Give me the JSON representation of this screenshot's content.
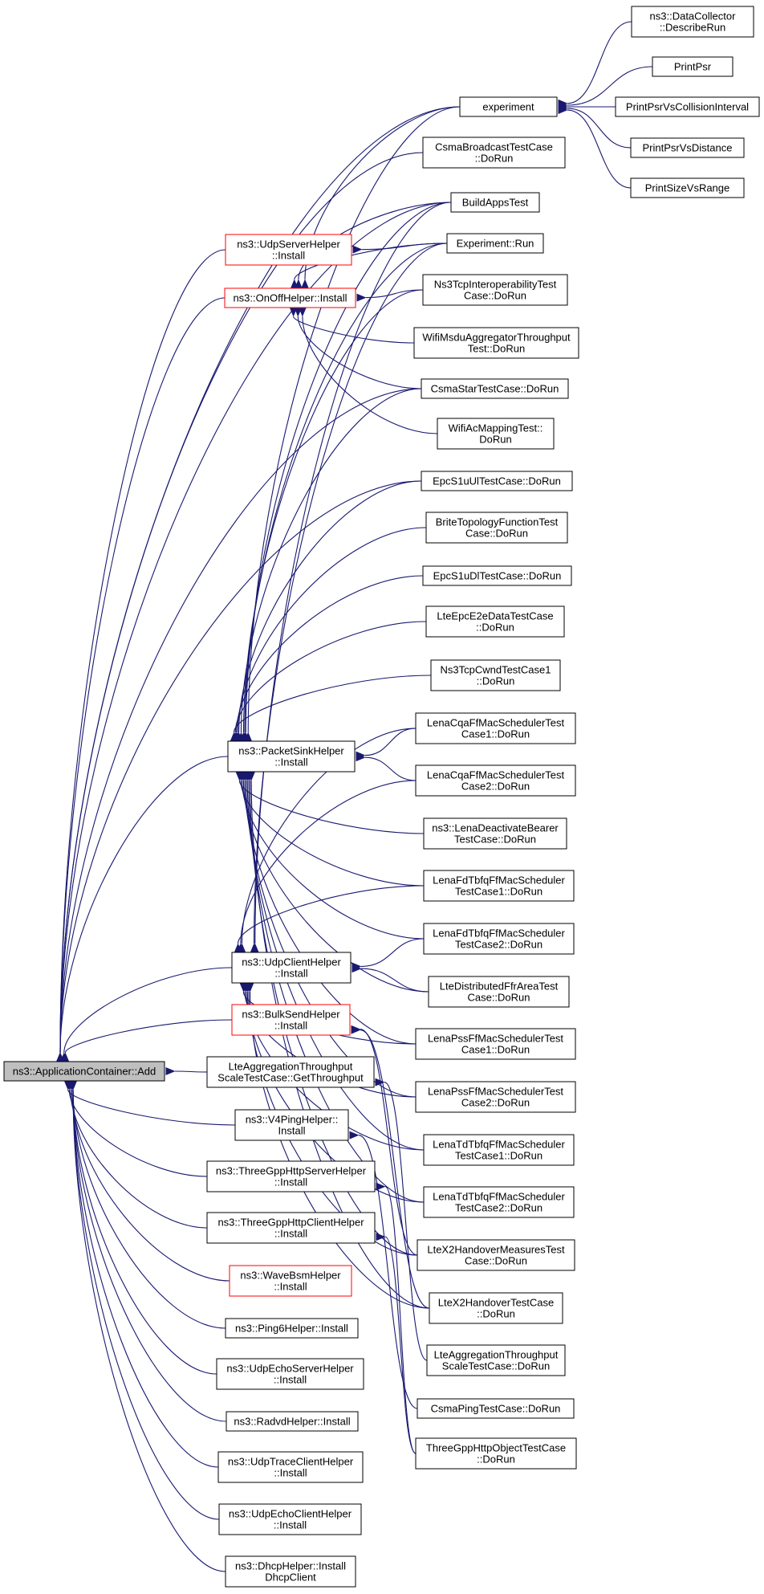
{
  "root": {
    "label": "ns3::ApplicationContainer::Add"
  },
  "nodes": [
    {
      "id": "dc_describe",
      "lines": [
        "ns3::DataCollector",
        "::DescribeRun"
      ]
    },
    {
      "id": "printpsr",
      "lines": [
        "PrintPsr"
      ]
    },
    {
      "id": "printpsr_ci",
      "lines": [
        "PrintPsrVsCollisionInterval"
      ]
    },
    {
      "id": "printpsr_dist",
      "lines": [
        "PrintPsrVsDistance"
      ]
    },
    {
      "id": "printsize_range",
      "lines": [
        "PrintSizeVsRange"
      ]
    },
    {
      "id": "experiment",
      "lines": [
        "experiment"
      ]
    },
    {
      "id": "csma_bcast",
      "lines": [
        "CsmaBroadcastTestCase",
        "::DoRun"
      ]
    },
    {
      "id": "buildapps",
      "lines": [
        "BuildAppsTest"
      ]
    },
    {
      "id": "experiment_run",
      "lines": [
        "Experiment::Run"
      ]
    },
    {
      "id": "ns3tcp_interop",
      "lines": [
        "Ns3TcpInteroperabilityTest",
        "Case::DoRun"
      ]
    },
    {
      "id": "wifi_msdu",
      "lines": [
        "WifiMsduAggregatorThroughput",
        "Test::DoRun"
      ]
    },
    {
      "id": "csma_star",
      "lines": [
        "CsmaStarTestCase::DoRun"
      ]
    },
    {
      "id": "wifi_ac",
      "lines": [
        "WifiAcMappingTest::",
        "DoRun"
      ]
    },
    {
      "id": "epc_ul",
      "lines": [
        "EpcS1uUlTestCase::DoRun"
      ]
    },
    {
      "id": "brite",
      "lines": [
        "BriteTopologyFunctionTest",
        "Case::DoRun"
      ]
    },
    {
      "id": "epc_dl",
      "lines": [
        "EpcS1uDlTestCase::DoRun"
      ]
    },
    {
      "id": "lte_epc_e2e",
      "lines": [
        "LteEpcE2eDataTestCase",
        "::DoRun"
      ]
    },
    {
      "id": "ns3tcp_cwnd",
      "lines": [
        "Ns3TcpCwndTestCase1",
        "::DoRun"
      ]
    },
    {
      "id": "lena_cqa1",
      "lines": [
        "LenaCqaFfMacSchedulerTest",
        "Case1::DoRun"
      ]
    },
    {
      "id": "lena_cqa2",
      "lines": [
        "LenaCqaFfMacSchedulerTest",
        "Case2::DoRun"
      ]
    },
    {
      "id": "lena_deact",
      "lines": [
        "ns3::LenaDeactivateBearer",
        "TestCase::DoRun"
      ]
    },
    {
      "id": "lena_fdtbfq1",
      "lines": [
        "LenaFdTbfqFfMacScheduler",
        "TestCase1::DoRun"
      ]
    },
    {
      "id": "lena_fdtbfq2",
      "lines": [
        "LenaFdTbfqFfMacScheduler",
        "TestCase2::DoRun"
      ]
    },
    {
      "id": "lte_dist_ffr",
      "lines": [
        "LteDistributedFfrAreaTest",
        "Case::DoRun"
      ]
    },
    {
      "id": "lena_pss1",
      "lines": [
        "LenaPssFfMacSchedulerTest",
        "Case1::DoRun"
      ]
    },
    {
      "id": "lena_pss2",
      "lines": [
        "LenaPssFfMacSchedulerTest",
        "Case2::DoRun"
      ]
    },
    {
      "id": "lena_tdtbfq1",
      "lines": [
        "LenaTdTbfqFfMacScheduler",
        "TestCase1::DoRun"
      ]
    },
    {
      "id": "lena_tdtbfq2",
      "lines": [
        "LenaTdTbfqFfMacScheduler",
        "TestCase2::DoRun"
      ]
    },
    {
      "id": "lte_x2_meas",
      "lines": [
        "LteX2HandoverMeasuresTest",
        "Case::DoRun"
      ]
    },
    {
      "id": "lte_x2",
      "lines": [
        "LteX2HandoverTestCase",
        "::DoRun"
      ]
    },
    {
      "id": "lte_agg_run",
      "lines": [
        "LteAggregationThroughput",
        "ScaleTestCase::DoRun"
      ]
    },
    {
      "id": "csma_ping",
      "lines": [
        "CsmaPingTestCase::DoRun"
      ]
    },
    {
      "id": "threegpp_obj",
      "lines": [
        "ThreeGppHttpObjectTestCase",
        "::DoRun"
      ]
    },
    {
      "id": "udp_server",
      "lines": [
        "ns3::UdpServerHelper",
        "::Install"
      ],
      "red": true
    },
    {
      "id": "onoff",
      "lines": [
        "ns3::OnOffHelper::Install"
      ],
      "red": true
    },
    {
      "id": "packet_sink",
      "lines": [
        "ns3::PacketSinkHelper",
        "::Install"
      ]
    },
    {
      "id": "udp_client",
      "lines": [
        "ns3::UdpClientHelper",
        "::Install"
      ]
    },
    {
      "id": "bulk_send",
      "lines": [
        "ns3::BulkSendHelper",
        "::Install"
      ],
      "red": true
    },
    {
      "id": "lte_agg_get",
      "lines": [
        "LteAggregationThroughput",
        "ScaleTestCase::GetThroughput"
      ]
    },
    {
      "id": "v4ping",
      "lines": [
        "ns3::V4PingHelper::",
        "Install"
      ]
    },
    {
      "id": "http_server",
      "lines": [
        "ns3::ThreeGppHttpServerHelper",
        "::Install"
      ]
    },
    {
      "id": "http_client",
      "lines": [
        "ns3::ThreeGppHttpClientHelper",
        "::Install"
      ]
    },
    {
      "id": "wave_bsm",
      "lines": [
        "ns3::WaveBsmHelper",
        "::Install"
      ],
      "red": true
    },
    {
      "id": "ping6",
      "lines": [
        "ns3::Ping6Helper::Install"
      ]
    },
    {
      "id": "udp_echo_server",
      "lines": [
        "ns3::UdpEchoServerHelper",
        "::Install"
      ]
    },
    {
      "id": "radvd",
      "lines": [
        "ns3::RadvdHelper::Install"
      ]
    },
    {
      "id": "udp_trace",
      "lines": [
        "ns3::UdpTraceClientHelper",
        "::Install"
      ]
    },
    {
      "id": "udp_echo_client",
      "lines": [
        "ns3::UdpEchoClientHelper",
        "::Install"
      ]
    },
    {
      "id": "dhcp",
      "lines": [
        "ns3::DhcpHelper::Install",
        "DhcpClient"
      ]
    }
  ],
  "edges": [
    [
      "experiment",
      "dc_describe"
    ],
    [
      "experiment",
      "printpsr"
    ],
    [
      "experiment",
      "printpsr_ci"
    ],
    [
      "experiment",
      "printpsr_dist"
    ],
    [
      "experiment",
      "printsize_range"
    ],
    [
      "udp_server",
      "experiment_run"
    ],
    [
      "onoff",
      "experiment"
    ],
    [
      "onoff",
      "buildapps"
    ],
    [
      "onoff",
      "experiment_run"
    ],
    [
      "onoff",
      "ns3tcp_interop"
    ],
    [
      "onoff",
      "wifi_msdu"
    ],
    [
      "onoff",
      "csma_star"
    ],
    [
      "onoff",
      "wifi_ac"
    ],
    [
      "packet_sink",
      "experiment"
    ],
    [
      "packet_sink",
      "buildapps"
    ],
    [
      "packet_sink",
      "experiment_run"
    ],
    [
      "packet_sink",
      "ns3tcp_interop"
    ],
    [
      "packet_sink",
      "csma_star"
    ],
    [
      "packet_sink",
      "epc_ul"
    ],
    [
      "packet_sink",
      "brite"
    ],
    [
      "packet_sink",
      "epc_dl"
    ],
    [
      "packet_sink",
      "lte_epc_e2e"
    ],
    [
      "packet_sink",
      "ns3tcp_cwnd"
    ],
    [
      "packet_sink",
      "lena_cqa1"
    ],
    [
      "packet_sink",
      "lena_cqa2"
    ],
    [
      "packet_sink",
      "lena_deact"
    ],
    [
      "packet_sink",
      "lena_fdtbfq1"
    ],
    [
      "packet_sink",
      "lena_fdtbfq2"
    ],
    [
      "packet_sink",
      "lte_dist_ffr"
    ],
    [
      "packet_sink",
      "lena_pss1"
    ],
    [
      "packet_sink",
      "lena_pss2"
    ],
    [
      "packet_sink",
      "lena_tdtbfq1"
    ],
    [
      "packet_sink",
      "lena_tdtbfq2"
    ],
    [
      "packet_sink",
      "lte_x2_meas"
    ],
    [
      "packet_sink",
      "lte_x2"
    ],
    [
      "udp_client",
      "buildapps"
    ],
    [
      "udp_client",
      "experiment_run"
    ],
    [
      "udp_client",
      "lena_cqa1"
    ],
    [
      "udp_client",
      "lena_cqa2"
    ],
    [
      "udp_client",
      "lena_fdtbfq1"
    ],
    [
      "udp_client",
      "lena_fdtbfq2"
    ],
    [
      "udp_client",
      "lte_dist_ffr"
    ],
    [
      "udp_client",
      "lena_pss1"
    ],
    [
      "udp_client",
      "lena_pss2"
    ],
    [
      "udp_client",
      "lena_tdtbfq1"
    ],
    [
      "udp_client",
      "lena_tdtbfq2"
    ],
    [
      "udp_client",
      "lte_x2_meas"
    ],
    [
      "udp_client",
      "lte_x2"
    ],
    [
      "bulk_send",
      "lte_x2_meas"
    ],
    [
      "bulk_send",
      "lte_x2"
    ],
    [
      "lte_agg_get",
      "lte_agg_run"
    ],
    [
      "v4ping",
      "csma_ping"
    ],
    [
      "http_server",
      "threegpp_obj"
    ],
    [
      "http_client",
      "threegpp_obj"
    ],
    [
      "root",
      "experiment"
    ],
    [
      "root",
      "csma_bcast"
    ],
    [
      "root",
      "buildapps"
    ],
    [
      "root",
      "udp_server"
    ],
    [
      "root",
      "onoff"
    ],
    [
      "root",
      "csma_star"
    ],
    [
      "root",
      "epc_ul"
    ],
    [
      "root",
      "packet_sink"
    ],
    [
      "root",
      "udp_client"
    ],
    [
      "root",
      "bulk_send"
    ],
    [
      "root",
      "lte_agg_get"
    ],
    [
      "root",
      "v4ping"
    ],
    [
      "root",
      "http_server"
    ],
    [
      "root",
      "http_client"
    ],
    [
      "root",
      "wave_bsm"
    ],
    [
      "root",
      "ping6"
    ],
    [
      "root",
      "udp_echo_server"
    ],
    [
      "root",
      "radvd"
    ],
    [
      "root",
      "udp_trace"
    ],
    [
      "root",
      "udp_echo_client"
    ],
    [
      "root",
      "dhcp"
    ]
  ]
}
